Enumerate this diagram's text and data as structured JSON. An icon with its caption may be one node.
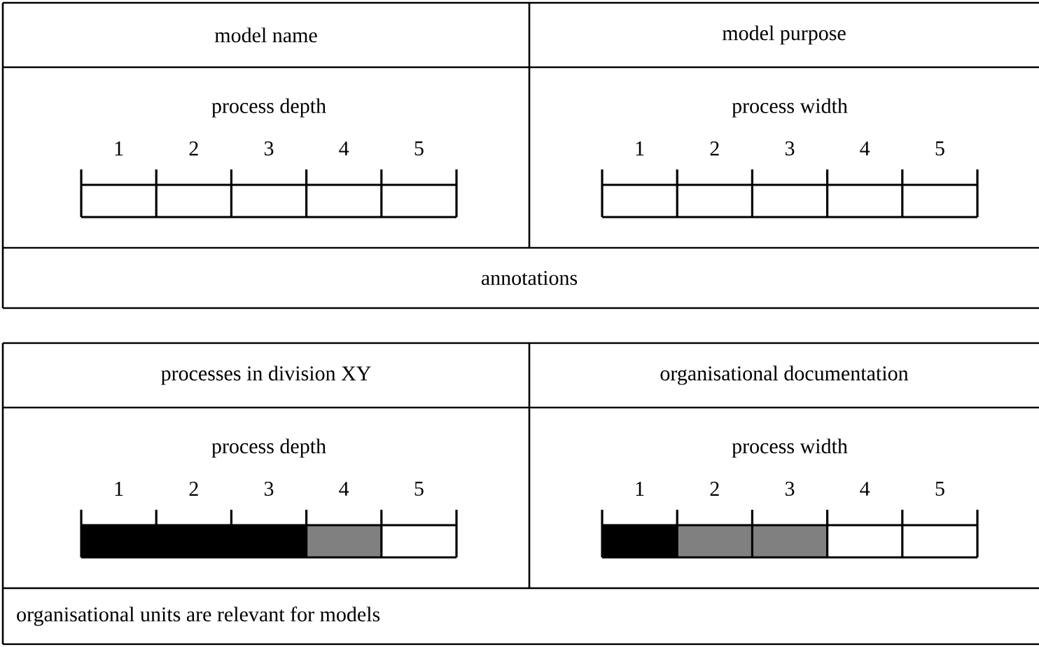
{
  "diagram": {
    "labels": [
      "model name",
      "model purpose",
      "process depth",
      "1",
      "2",
      "3",
      "4",
      "5",
      "process width",
      "1",
      "2",
      "3",
      "4",
      "5",
      "annotations",
      "processes in division XY",
      "organisational documentation",
      "process depth",
      "1",
      "2",
      "3",
      "4",
      "5",
      "process width",
      "1",
      "2",
      "3",
      "4",
      "5",
      "organisational units are relevant for models"
    ]
  }
}
